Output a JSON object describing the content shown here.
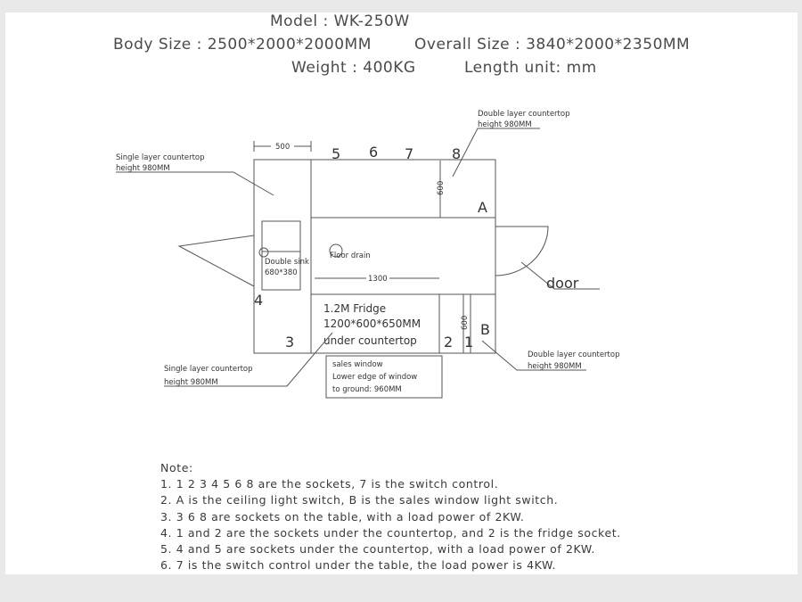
{
  "header": {
    "model": "Model : WK-250W",
    "body_size": "Body Size : 2500*2000*2000MM",
    "overall_size": "Overall Size : 3840*2000*2350MM",
    "weight": "Weight : 400KG",
    "length_unit": "Length unit:  mm"
  },
  "plan": {
    "dim_500": "500",
    "dim_600_top": "600",
    "dim_1300": "1300",
    "dim_600_bottom": "600",
    "sockets_top": [
      "5",
      "6",
      "7",
      "8"
    ],
    "label_a": "A",
    "label_b": "B",
    "label_1": "1",
    "label_2": "2",
    "label_3": "3",
    "label_4": "4",
    "double_layer_top": [
      "Double layer countertop",
      "height 980MM"
    ],
    "single_layer_top": [
      "Single layer countertop",
      "height 980MM"
    ],
    "single_layer_bottom": [
      "Single layer countertop",
      "height 980MM"
    ],
    "double_layer_bottom": [
      "Double layer countertop",
      "height 980MM"
    ],
    "sink": [
      "Double sink",
      "680*380"
    ],
    "floor_drain": "Floor drain",
    "fridge": [
      "1.2M Fridge",
      "1200*600*650MM",
      "under countertop"
    ],
    "sales_window": [
      "sales window",
      "Lower edge of window",
      "to ground: 960MM"
    ],
    "door": "door"
  },
  "notes": {
    "title": "Note:",
    "items": [
      "1. 1 2 3 4 5 6 8 are the sockets, 7 is the switch control.",
      "2. A is the ceiling light switch, B is the sales window light switch.",
      "3. 3 6 8 are sockets on the table, with a load power of 2KW.",
      "4. 1 and 2 are the sockets under the countertop, and 2 is the fridge socket.",
      "5. 4 and 5 are sockets under the countertop, with a load power of 2KW.",
      "6. 7 is the switch control under the table, the load power is 4KW."
    ]
  }
}
